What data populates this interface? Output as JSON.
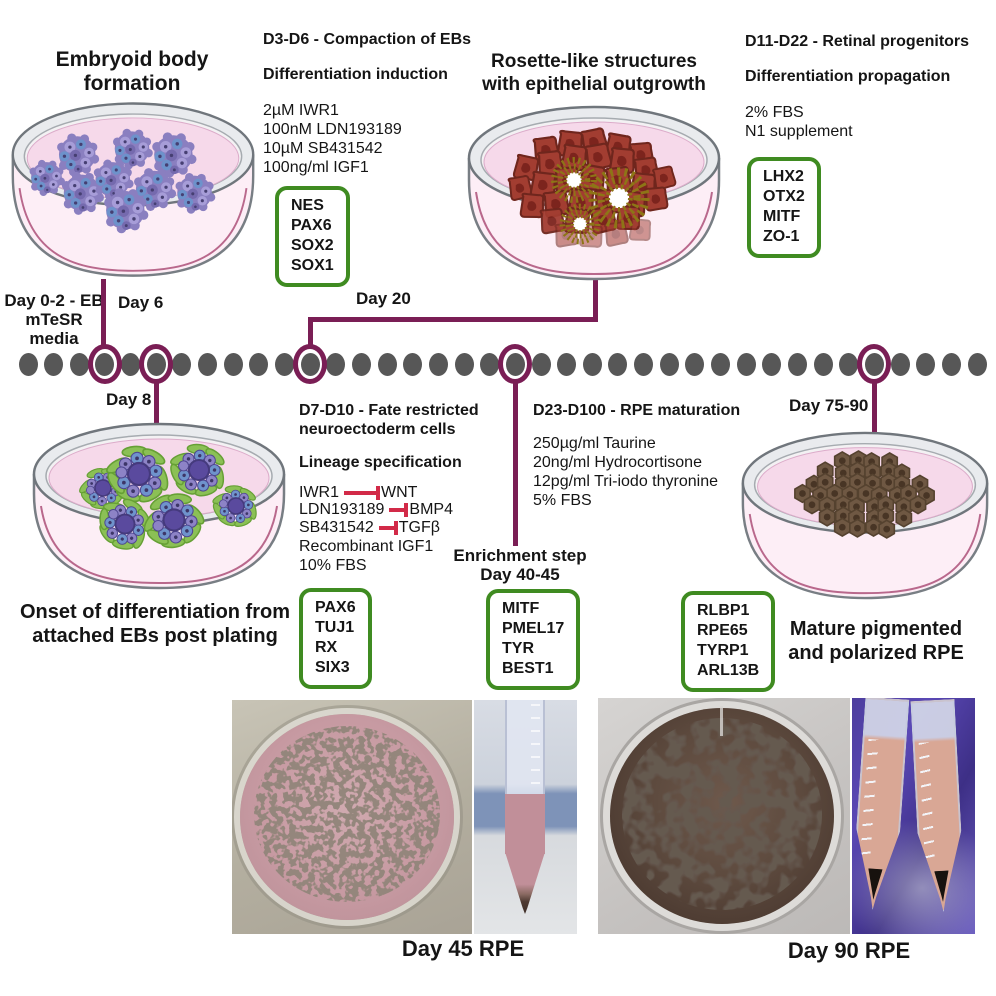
{
  "colors": {
    "timeline_purple": "#7a1e55",
    "dot_gray": "#575757",
    "marker_green": "#3f8b21",
    "inhibit_red": "#d22a48",
    "media_pink": "#f6d9ea"
  },
  "top": {
    "eb_title": "Embryoid body formation",
    "compaction": {
      "heading": "D3-D6 - Compaction of EBs",
      "subheading": "Differentiation induction",
      "reagents": [
        "2µM IWR1",
        "100nM LDN193189",
        "10µM SB431542",
        "100ng/ml IGF1"
      ],
      "markers": [
        "NES",
        "PAX6",
        "SOX2",
        "SOX1"
      ]
    },
    "rosette_title": "Rosette-like structures with epithelial outgrowth",
    "retinal": {
      "heading": "D11-D22 - Retinal progenitors",
      "subheading": "Differentiation propagation",
      "reagents": [
        "2% FBS",
        "N1 supplement"
      ],
      "markers": [
        "LHX2",
        "OTX2",
        "MITF",
        "ZO-1"
      ]
    }
  },
  "timeline": {
    "day02": "Day 0-2 - EB mTeSR media",
    "day6": "Day 6",
    "day8": "Day 8",
    "day20": "Day 20",
    "day7590": "Day 75-90"
  },
  "bottom": {
    "fate": {
      "heading": "D7-D10 - Fate restricted neuroectoderm cells",
      "subheading": "Lineage specification",
      "inhibitions": [
        {
          "drug": "IWR1",
          "target": "WNT"
        },
        {
          "drug": "LDN193189",
          "target": "BMP4"
        },
        {
          "drug": "SB431542",
          "target": "TGFβ"
        }
      ],
      "extras": [
        "Recombinant IGF1",
        "10% FBS"
      ],
      "markers": [
        "PAX6",
        "TUJ1",
        "RX",
        "SIX3"
      ]
    },
    "onset_title": "Onset of differentiation from attached EBs post plating",
    "maturation": {
      "heading": "D23-D100 - RPE maturation",
      "reagents": [
        "250µg/ml Taurine",
        "20ng/ml Hydrocortisone",
        "12pg/ml Tri-iodo thyronine",
        "5% FBS"
      ],
      "markers": [
        "MITF",
        "PMEL17",
        "TYR",
        "BEST1"
      ]
    },
    "enrichment_line1": "Enrichment step",
    "enrichment_line2": "Day 40-45",
    "mature_markers": [
      "RLBP1",
      "RPE65",
      "TYRP1",
      "ARL13B"
    ],
    "mature_title": "Mature pigmented and polarized RPE"
  },
  "photos": {
    "day45_label": "Day 45 RPE",
    "day90_label": "Day 90 RPE"
  }
}
